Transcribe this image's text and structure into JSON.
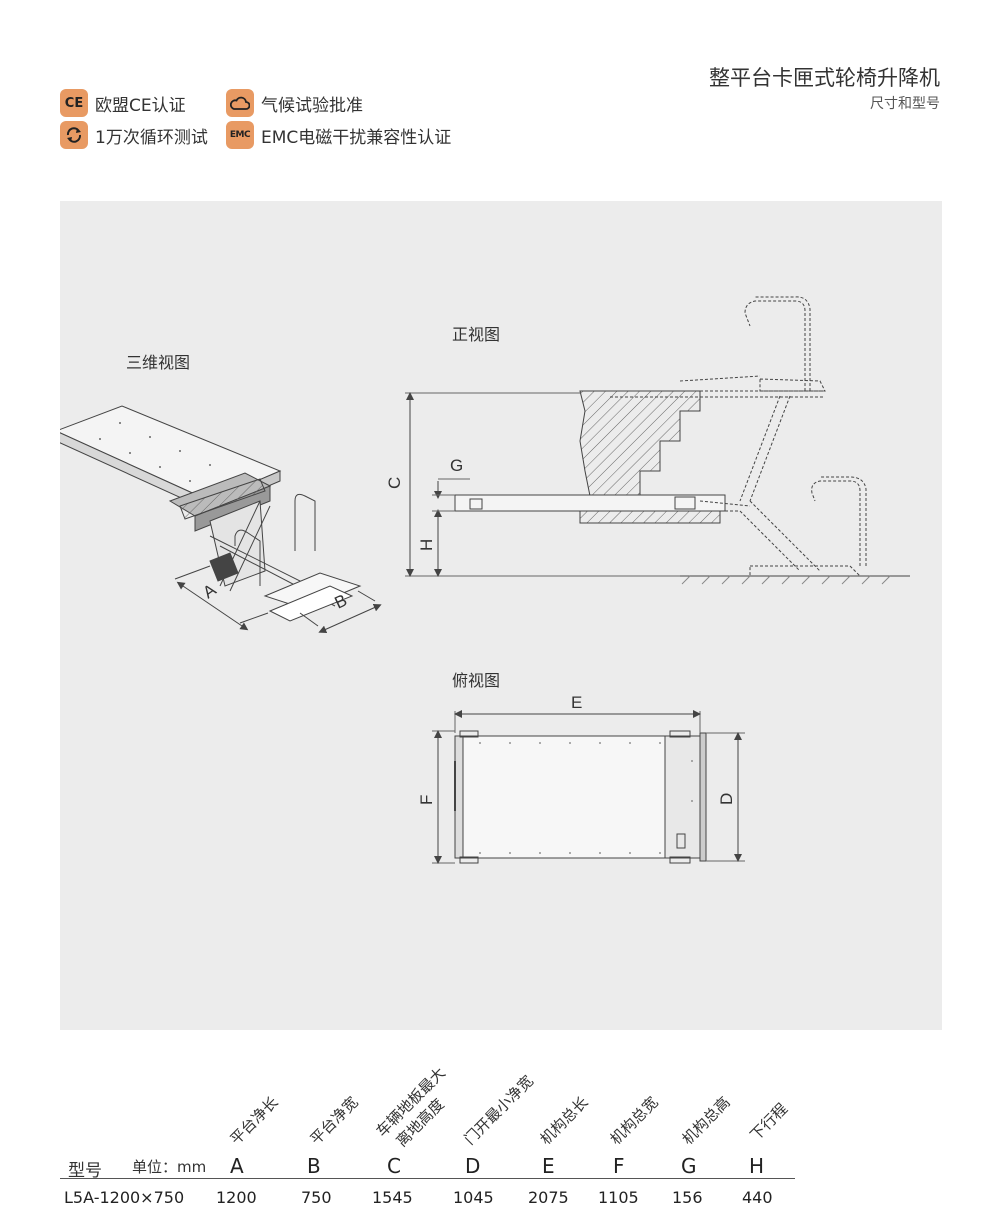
{
  "certifications": [
    {
      "icon": "ce-mark-icon",
      "badge": "CE",
      "label": "欧盟CE认证"
    },
    {
      "icon": "cloud-icon",
      "badge": "",
      "label": "气候试验批准"
    },
    {
      "icon": "cycle-arrows-icon",
      "badge": "",
      "label": "1万次循环测试"
    },
    {
      "icon": "emc-icon",
      "badge": "EMC",
      "label": "EMC电磁干扰兼容性认证"
    }
  ],
  "header": {
    "title": "整平台卡匣式轮椅升降机",
    "subtitle": "尺寸和型号"
  },
  "views": {
    "isometric": "三维视图",
    "front": "正视图",
    "top": "俯视图"
  },
  "dimension_labels": {
    "A": "A",
    "B": "B",
    "C": "C",
    "D": "D",
    "E": "E",
    "F": "F",
    "G": "G",
    "H": "H"
  },
  "table": {
    "model_header": "型号",
    "unit_header": "单位：mm",
    "columns": [
      {
        "letter": "A",
        "desc": "平台净长"
      },
      {
        "letter": "B",
        "desc": "平台净宽"
      },
      {
        "letter": "C",
        "desc": "车辆地板最大",
        "desc2": "离地高度"
      },
      {
        "letter": "D",
        "desc": "门开最小净宽"
      },
      {
        "letter": "E",
        "desc": "机构总长"
      },
      {
        "letter": "F",
        "desc": "机构总宽"
      },
      {
        "letter": "G",
        "desc": "机构总高"
      },
      {
        "letter": "H",
        "desc": "下行程"
      }
    ],
    "rows": [
      {
        "model": "L5A-1200×750",
        "values": [
          "1200",
          "750",
          "1545",
          "1045",
          "2075",
          "1105",
          "156",
          "440"
        ]
      }
    ]
  },
  "colors": {
    "badge": "#e89a63",
    "panel": "#ececec",
    "line": "#555555"
  }
}
